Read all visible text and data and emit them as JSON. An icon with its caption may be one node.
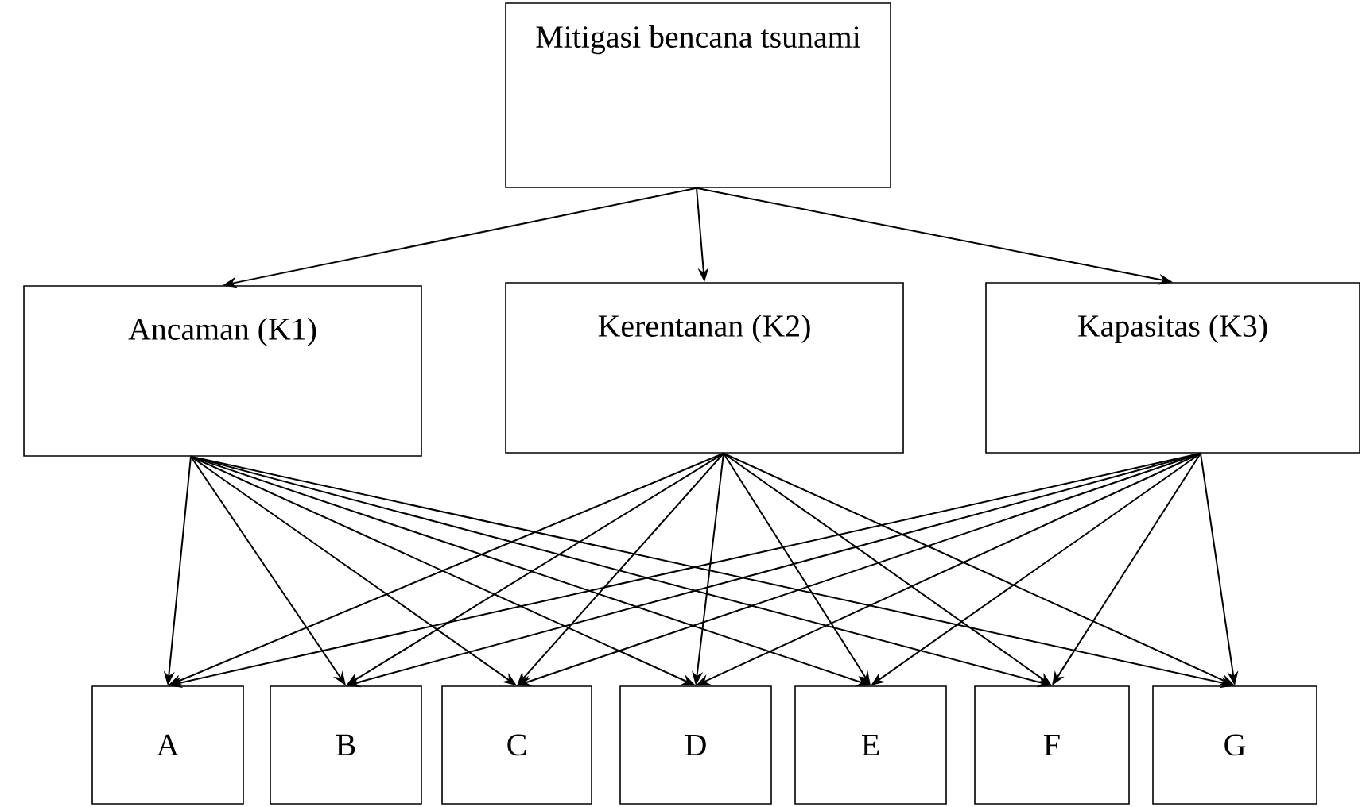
{
  "diagram": {
    "nodes": [
      {
        "text": [
          "Mitigasi bencana tsunami"
        ]
      },
      {
        "text": [
          "Ancaman (K1)"
        ]
      },
      {
        "text": [
          "Kerentanan (K2)"
        ]
      },
      {
        "text": [
          "Kapasitas (K3)"
        ]
      },
      {
        "text": [
          "A"
        ]
      },
      {
        "text": [
          "B"
        ]
      },
      {
        "text": [
          "C"
        ]
      },
      {
        "text": [
          "D"
        ]
      },
      {
        "text": [
          "E"
        ]
      },
      {
        "text": [
          "F"
        ]
      },
      {
        "text": [
          "G"
        ]
      }
    ],
    "edges": [
      {
        "from": 0,
        "to": 1,
        "arrow": "to"
      },
      {
        "from": 0,
        "to": 2,
        "arrow": "to"
      },
      {
        "from": 0,
        "to": 3,
        "arrow": "to"
      },
      {
        "from": 1,
        "to": 4,
        "arrow": "to"
      },
      {
        "from": 1,
        "to": 5,
        "arrow": "to"
      },
      {
        "from": 1,
        "to": 6,
        "arrow": "to"
      },
      {
        "from": 1,
        "to": 7,
        "arrow": "to"
      },
      {
        "from": 1,
        "to": 8,
        "arrow": "to"
      },
      {
        "from": 1,
        "to": 9,
        "arrow": "to"
      },
      {
        "from": 1,
        "to": 10,
        "arrow": "to"
      },
      {
        "from": 2,
        "to": 4,
        "arrow": "to"
      },
      {
        "from": 2,
        "to": 5,
        "arrow": "to"
      },
      {
        "from": 2,
        "to": 6,
        "arrow": "to"
      },
      {
        "from": 2,
        "to": 7,
        "arrow": "to"
      },
      {
        "from": 2,
        "to": 8,
        "arrow": "to"
      },
      {
        "from": 2,
        "to": 9,
        "arrow": "to"
      },
      {
        "from": 2,
        "to": 10,
        "arrow": "to"
      },
      {
        "from": 3,
        "to": 4,
        "arrow": "to"
      },
      {
        "from": 3,
        "to": 5,
        "arrow": "to"
      },
      {
        "from": 3,
        "to": 6,
        "arrow": "to"
      },
      {
        "from": 3,
        "to": 7,
        "arrow": "to"
      },
      {
        "from": 3,
        "to": 8,
        "arrow": "to"
      },
      {
        "from": 3,
        "to": 9,
        "arrow": "to"
      },
      {
        "from": 3,
        "to": 10,
        "arrow": "to"
      }
    ]
  }
}
